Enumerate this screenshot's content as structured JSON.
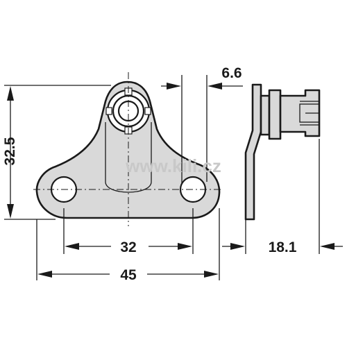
{
  "dimensions": {
    "height": "32.5",
    "hole_spacing": "32",
    "overall_width": "45",
    "stud_offset": "6.6",
    "depth": "18.1"
  },
  "watermark": "www.kili.cz"
}
